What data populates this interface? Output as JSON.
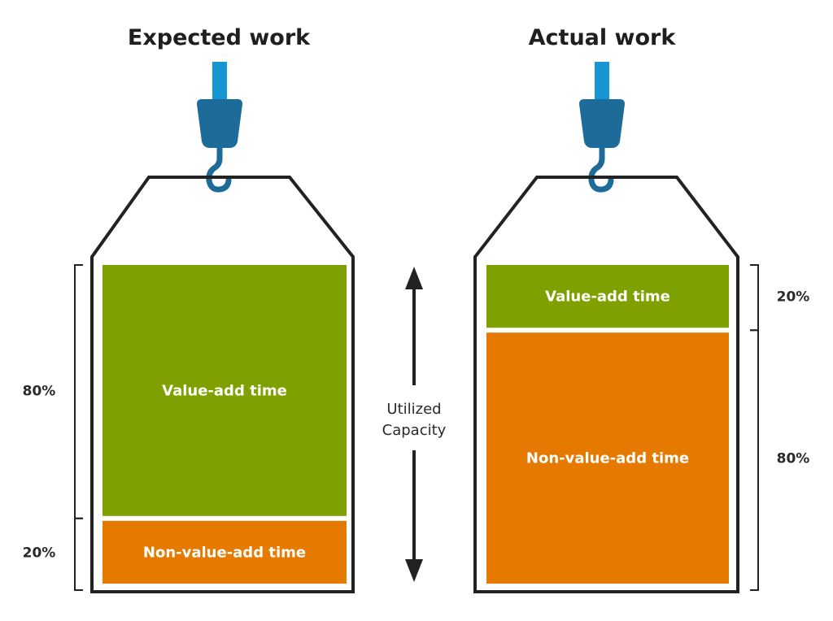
{
  "tags": [
    {
      "title": "Expected work",
      "value_add": {
        "label": "Value-add time",
        "percent": "80%",
        "share": 0.8
      },
      "non_value_add": {
        "label": "Non-value-add time",
        "percent": "20%",
        "share": 0.2
      }
    },
    {
      "title": "Actual work",
      "value_add": {
        "label": "Value-add time",
        "percent": "20%",
        "share": 0.2
      },
      "non_value_add": {
        "label": "Non-value-add time",
        "percent": "80%",
        "share": 0.8
      }
    }
  ],
  "center": {
    "line1": "Utilized",
    "line2": "Capacity"
  },
  "colors": {
    "value_add": "#7ea100",
    "non_value_add": "#e67a00",
    "hook": "#1c6b98",
    "strap": "#1796d4",
    "outline": "#222222"
  }
}
